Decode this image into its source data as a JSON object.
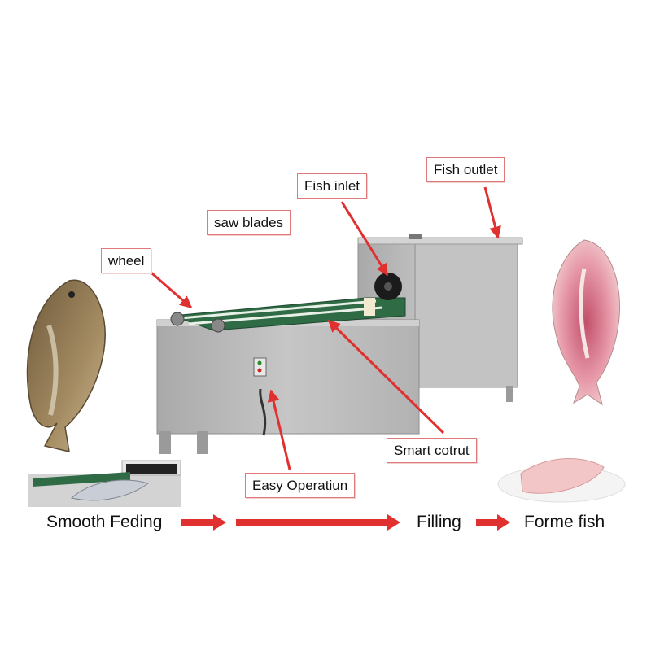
{
  "labels": {
    "wheel": "wheel",
    "saw_blades": "saw blades",
    "fish_inlet": "Fish inlet",
    "fish_outlet": "Fish outlet",
    "smart_control": "Smart cotrut",
    "easy_operation": "Easy Operatiun"
  },
  "steps": {
    "feeding": "Smooth Feding",
    "filling": "Filling",
    "formed": "Forme fish"
  },
  "colors": {
    "arrow": "#e03030",
    "callout_border": "#e07a7a",
    "machine": "#b9b9b9",
    "belt": "#2f6b45"
  }
}
